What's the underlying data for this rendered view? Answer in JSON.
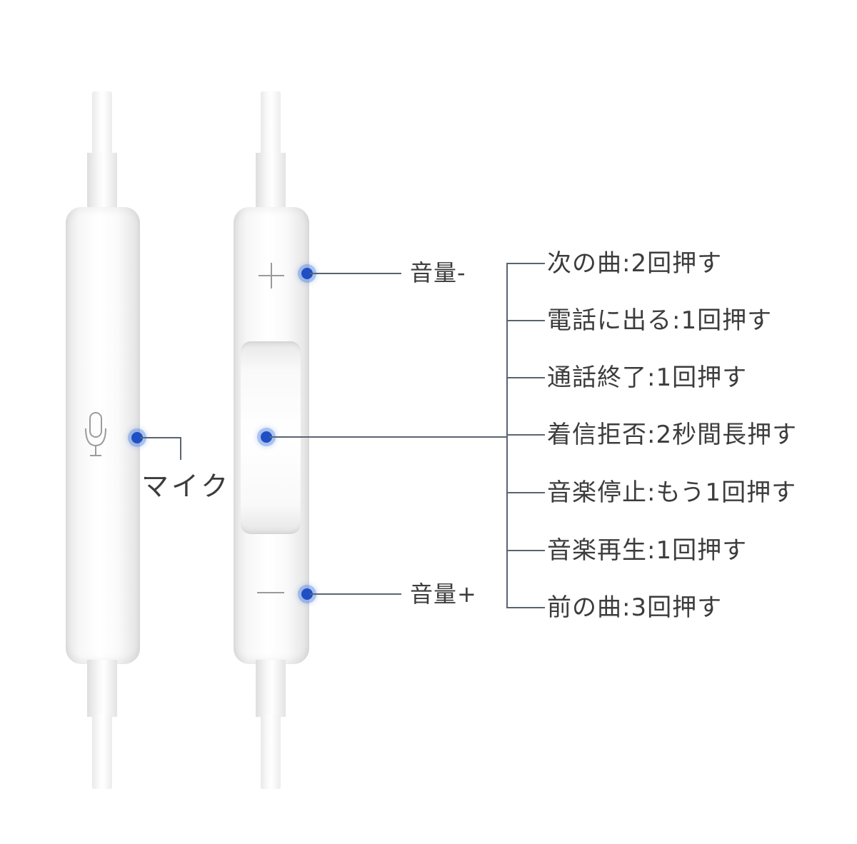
{
  "diagram": {
    "subject": "earphone inline remote control",
    "accent_color": "#1f4fc4",
    "line_color": "#5a6470",
    "left_remote": {
      "icon": "microphone-icon",
      "label": "マイク"
    },
    "right_remote": {
      "top_button": {
        "symbol": "+",
        "label": "音量-"
      },
      "center_button": {
        "symbol": ""
      },
      "bottom_button": {
        "symbol": "—",
        "label": "音量+"
      }
    },
    "center_button_functions": [
      {
        "text": "次の曲:2回押す"
      },
      {
        "text": "電話に出る:1回押す"
      },
      {
        "text": "通話終了:1回押す"
      },
      {
        "text": "着信拒否:2秒間長押す"
      },
      {
        "text": "音楽停止:もう1回押す"
      },
      {
        "text": "音楽再生:1回押す"
      },
      {
        "text": "前の曲:3回押す"
      }
    ]
  }
}
